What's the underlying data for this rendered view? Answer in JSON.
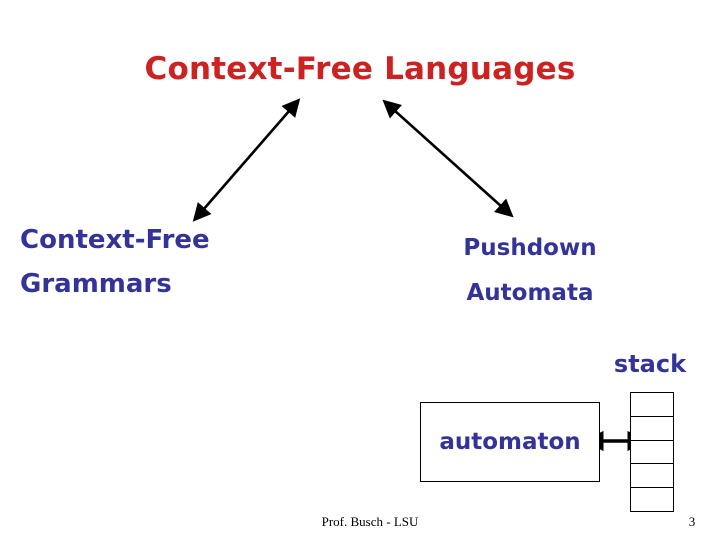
{
  "slide": {
    "title": "Context-Free Languages",
    "title_color": "#CC2222",
    "background_color": "#ffffff",
    "concept_color": "#333399",
    "line_color": "#000000"
  },
  "concepts": {
    "left": {
      "line1": "Context-Free",
      "line2": "Grammars"
    },
    "right": {
      "line1": "Pushdown",
      "line2": "Automata"
    }
  },
  "machine": {
    "stack_caption": "stack",
    "automaton_label": "automaton",
    "stack_cells": [
      "",
      "",
      "",
      "",
      ""
    ]
  },
  "footer": {
    "credit": "Prof. Busch - LSU",
    "page_number": "3"
  }
}
